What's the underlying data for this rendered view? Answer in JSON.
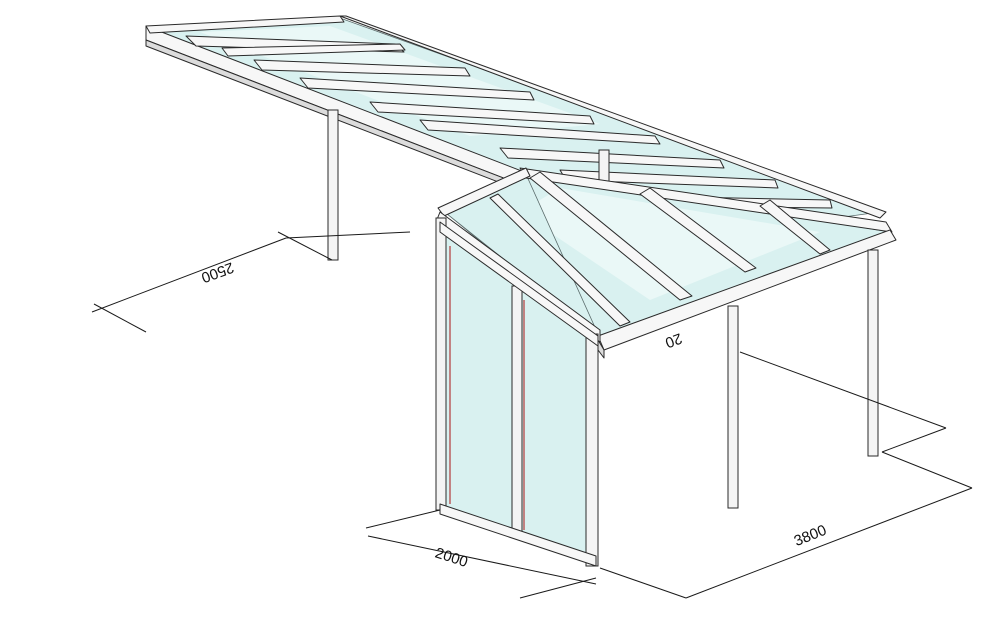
{
  "drawing": {
    "dimensions": {
      "depth_label": "2500",
      "width_label": "2000",
      "length_label": "3800",
      "partial_label": "20"
    },
    "colors": {
      "glass": "#d9f1f0",
      "frame": "#f7f7f7",
      "outline": "#2a2a2a",
      "door_seal": "#b23a3a"
    }
  }
}
